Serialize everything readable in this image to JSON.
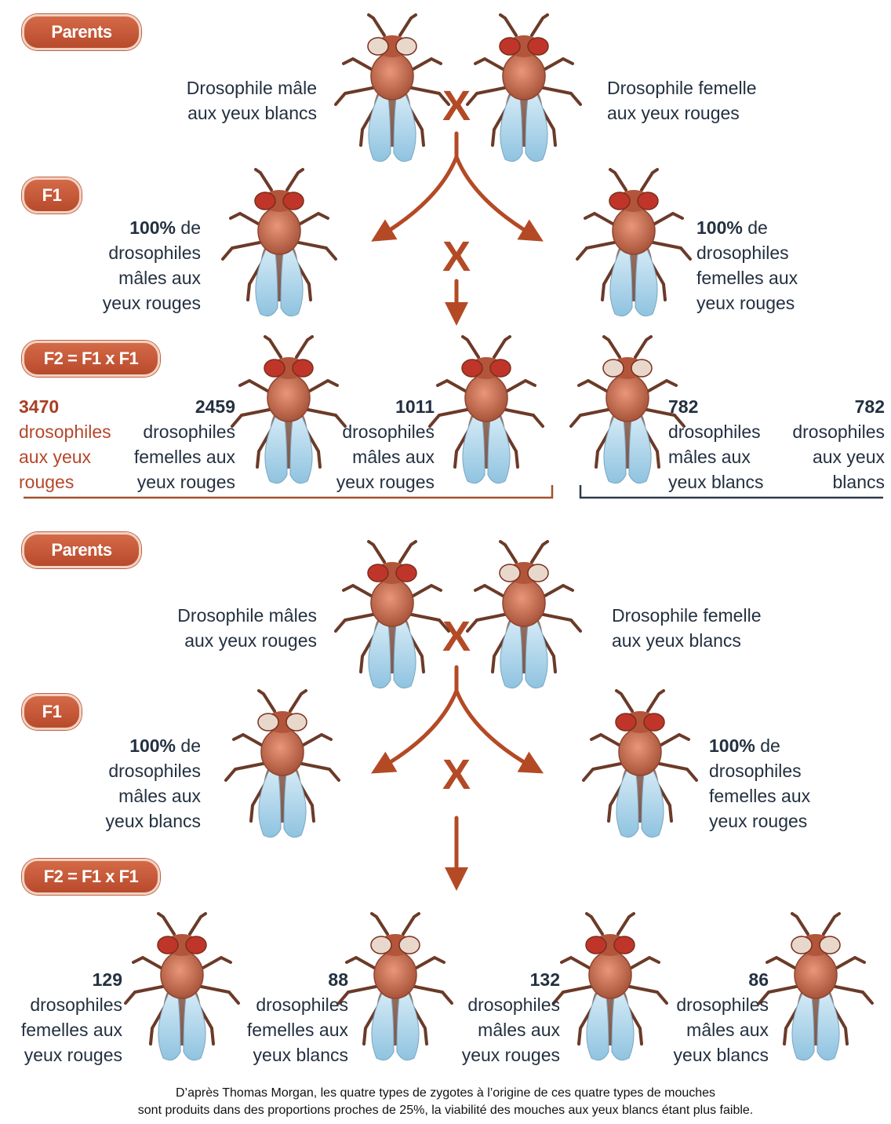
{
  "top": {
    "parents_label": "Parents",
    "parent_left": [
      "Drosophile mâle",
      "aux yeux blancs"
    ],
    "parent_right": [
      "Drosophile femelle",
      "aux yeux rouges"
    ],
    "cross_symbol": "X",
    "f1_label": "F1",
    "f1_left": {
      "pct": "100%",
      "rest": " de",
      "lines": [
        "drosophiles",
        "mâles aux",
        "yeux rouges"
      ]
    },
    "f1_right": {
      "pct": "100%",
      "rest": " de",
      "lines": [
        "drosophiles",
        "femelles aux",
        "yeux rouges"
      ]
    },
    "f2_label": "F2 = F1 x F1",
    "f2_total": {
      "count": "3470",
      "lines": [
        "drosophiles",
        "aux yeux",
        "rouges"
      ]
    },
    "f2_a": {
      "count": "2459",
      "lines": [
        "drosophiles",
        "femelles aux",
        "yeux rouges"
      ]
    },
    "f2_b": {
      "count": "1011",
      "lines": [
        "drosophiles",
        "mâles aux",
        "yeux rouges"
      ]
    },
    "f2_c": {
      "count": "782",
      "lines": [
        "drosophiles",
        "mâles aux",
        "yeux blancs"
      ]
    },
    "f2_d": {
      "count": "782",
      "lines": [
        "drosophiles",
        "aux yeux",
        "blancs"
      ]
    }
  },
  "bottom": {
    "parents_label": "Parents",
    "parent_left": [
      "Drosophile mâles",
      "aux yeux rouges"
    ],
    "parent_right": [
      "Drosophile femelle",
      "aux yeux blancs"
    ],
    "cross_symbol": "X",
    "f1_label": "F1",
    "f1_left": {
      "pct": "100%",
      "rest": " de",
      "lines": [
        "drosophiles",
        "mâles aux",
        "yeux blancs"
      ]
    },
    "f1_right": {
      "pct": "100%",
      "rest": " de",
      "lines": [
        "drosophiles",
        "femelles aux",
        "yeux rouges"
      ]
    },
    "f2_label": "F2 = F1 x F1",
    "f2_a": {
      "count": "129",
      "lines": [
        "drosophiles",
        "femelles aux",
        "yeux rouges"
      ]
    },
    "f2_b": {
      "count": "88",
      "lines": [
        "drosophiles",
        "femelles aux",
        "yeux blancs"
      ]
    },
    "f2_c": {
      "count": "132",
      "lines": [
        "drosophiles",
        "mâles aux",
        "yeux rouges"
      ]
    },
    "f2_d": {
      "count": "86",
      "lines": [
        "drosophiles",
        "mâles aux",
        "yeux blancs"
      ]
    }
  },
  "caption": [
    "D’après Thomas Morgan, les quatre types de zygotes à l’origine de ces quatre types de mouches",
    "sont produits dans des proportions proches de 25%, la viabilité des mouches aux yeux blancs étant plus faible."
  ],
  "colors": {
    "accent": "#b44a25",
    "text": "#233040",
    "eye_red": "#c0352a",
    "eye_white": "#e8d8cc",
    "bracket_red": "#a0522d",
    "bracket_white": "#2e3a4a"
  }
}
